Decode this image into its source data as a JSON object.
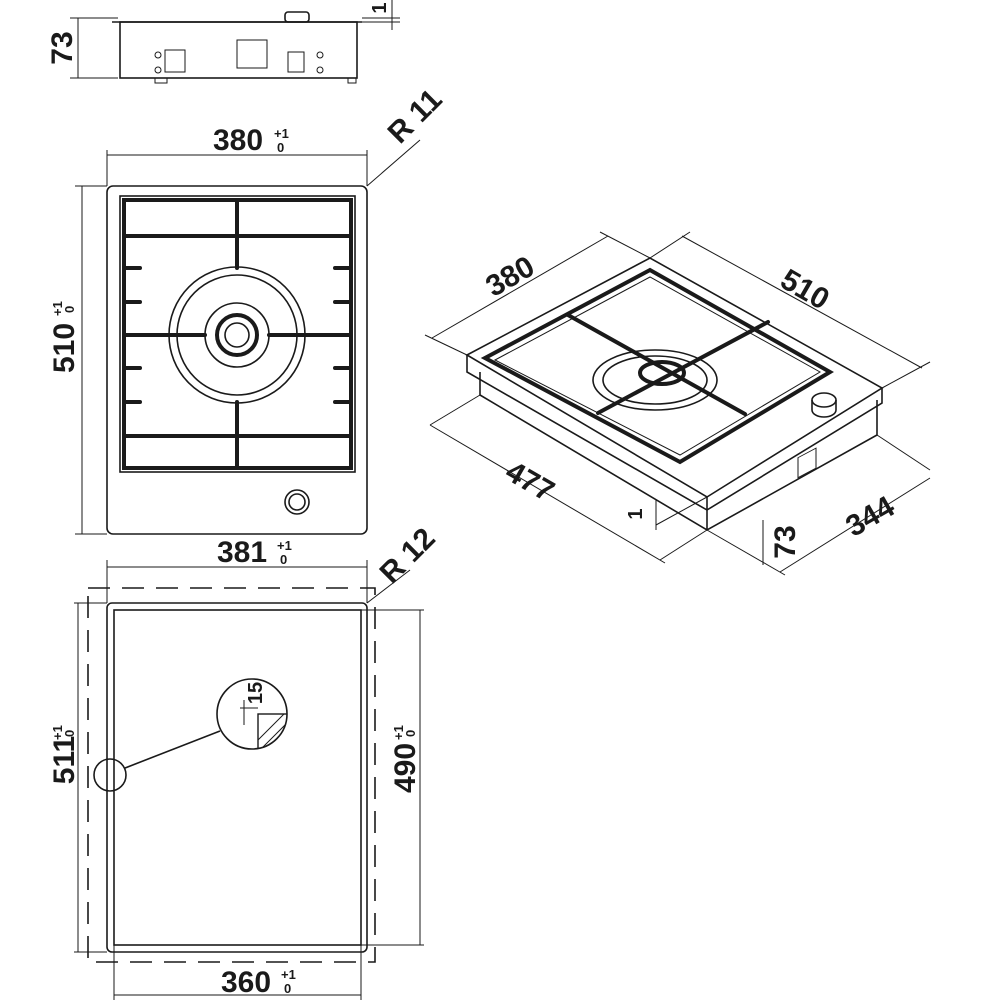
{
  "side_view": {
    "height": "73",
    "offset": "1"
  },
  "top_view": {
    "width": "380",
    "width_tol_upper": "+1",
    "width_tol_lower": "0",
    "depth": "510",
    "depth_tol_upper": "+1",
    "depth_tol_lower": "0",
    "radius": "R 11"
  },
  "cutout": {
    "width": "381",
    "width_tol_upper": "+1",
    "width_tol_lower": "0",
    "radius": "R 12",
    "outer_depth": "511",
    "outer_depth_tol_upper": "+1",
    "outer_depth_tol_lower": "0",
    "inner_depth": "490",
    "inner_depth_tol_upper": "+1",
    "inner_depth_tol_lower": "0",
    "inner_width": "360",
    "inner_width_tol_upper": "+1",
    "inner_width_tol_lower": "0",
    "detail_dimension": "15"
  },
  "iso_view": {
    "width": "380",
    "depth": "510",
    "cutout_depth": "477",
    "cutout_width": "344",
    "height": "73",
    "offset": "1"
  }
}
